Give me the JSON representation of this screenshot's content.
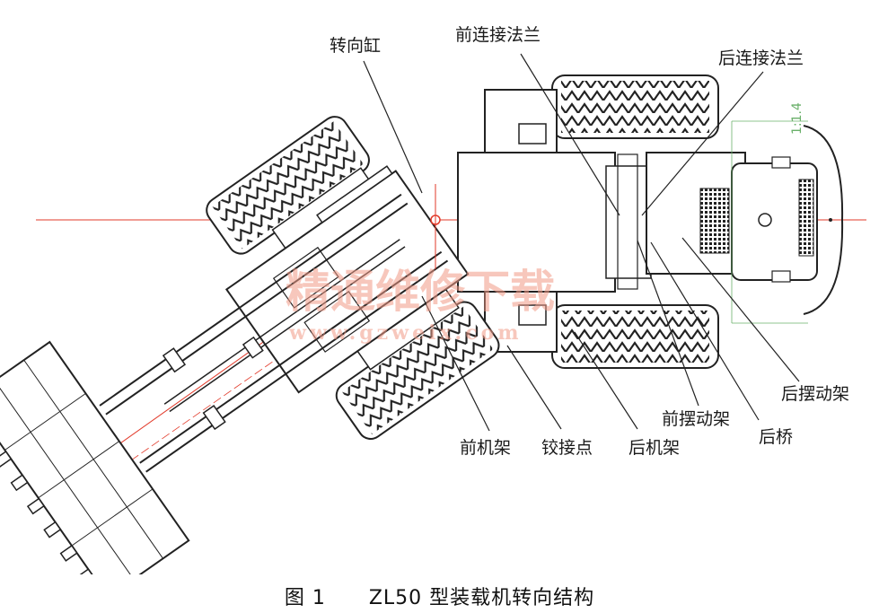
{
  "labels": {
    "steering_cylinder": "转向缸",
    "front_flange": "前连接法兰",
    "rear_flange": "后连接法兰",
    "front_frame": "前机架",
    "hinge_point": "铰接点",
    "rear_frame": "后机架",
    "front_swing_frame": "前摆动架",
    "rear_axle": "后桥",
    "rear_swing_frame": "后摆动架"
  },
  "dimension": "1:1.4",
  "caption": {
    "figure_no": "图 1",
    "title": "ZL50 型装载机转向结构"
  },
  "watermark": {
    "name": "精通维修下载",
    "url": "www.gzweix.com"
  },
  "colors": {
    "line": "#222222",
    "centerline": "#e23a2a",
    "dimension": "#6ab06a",
    "watermark": "#f29a86"
  }
}
